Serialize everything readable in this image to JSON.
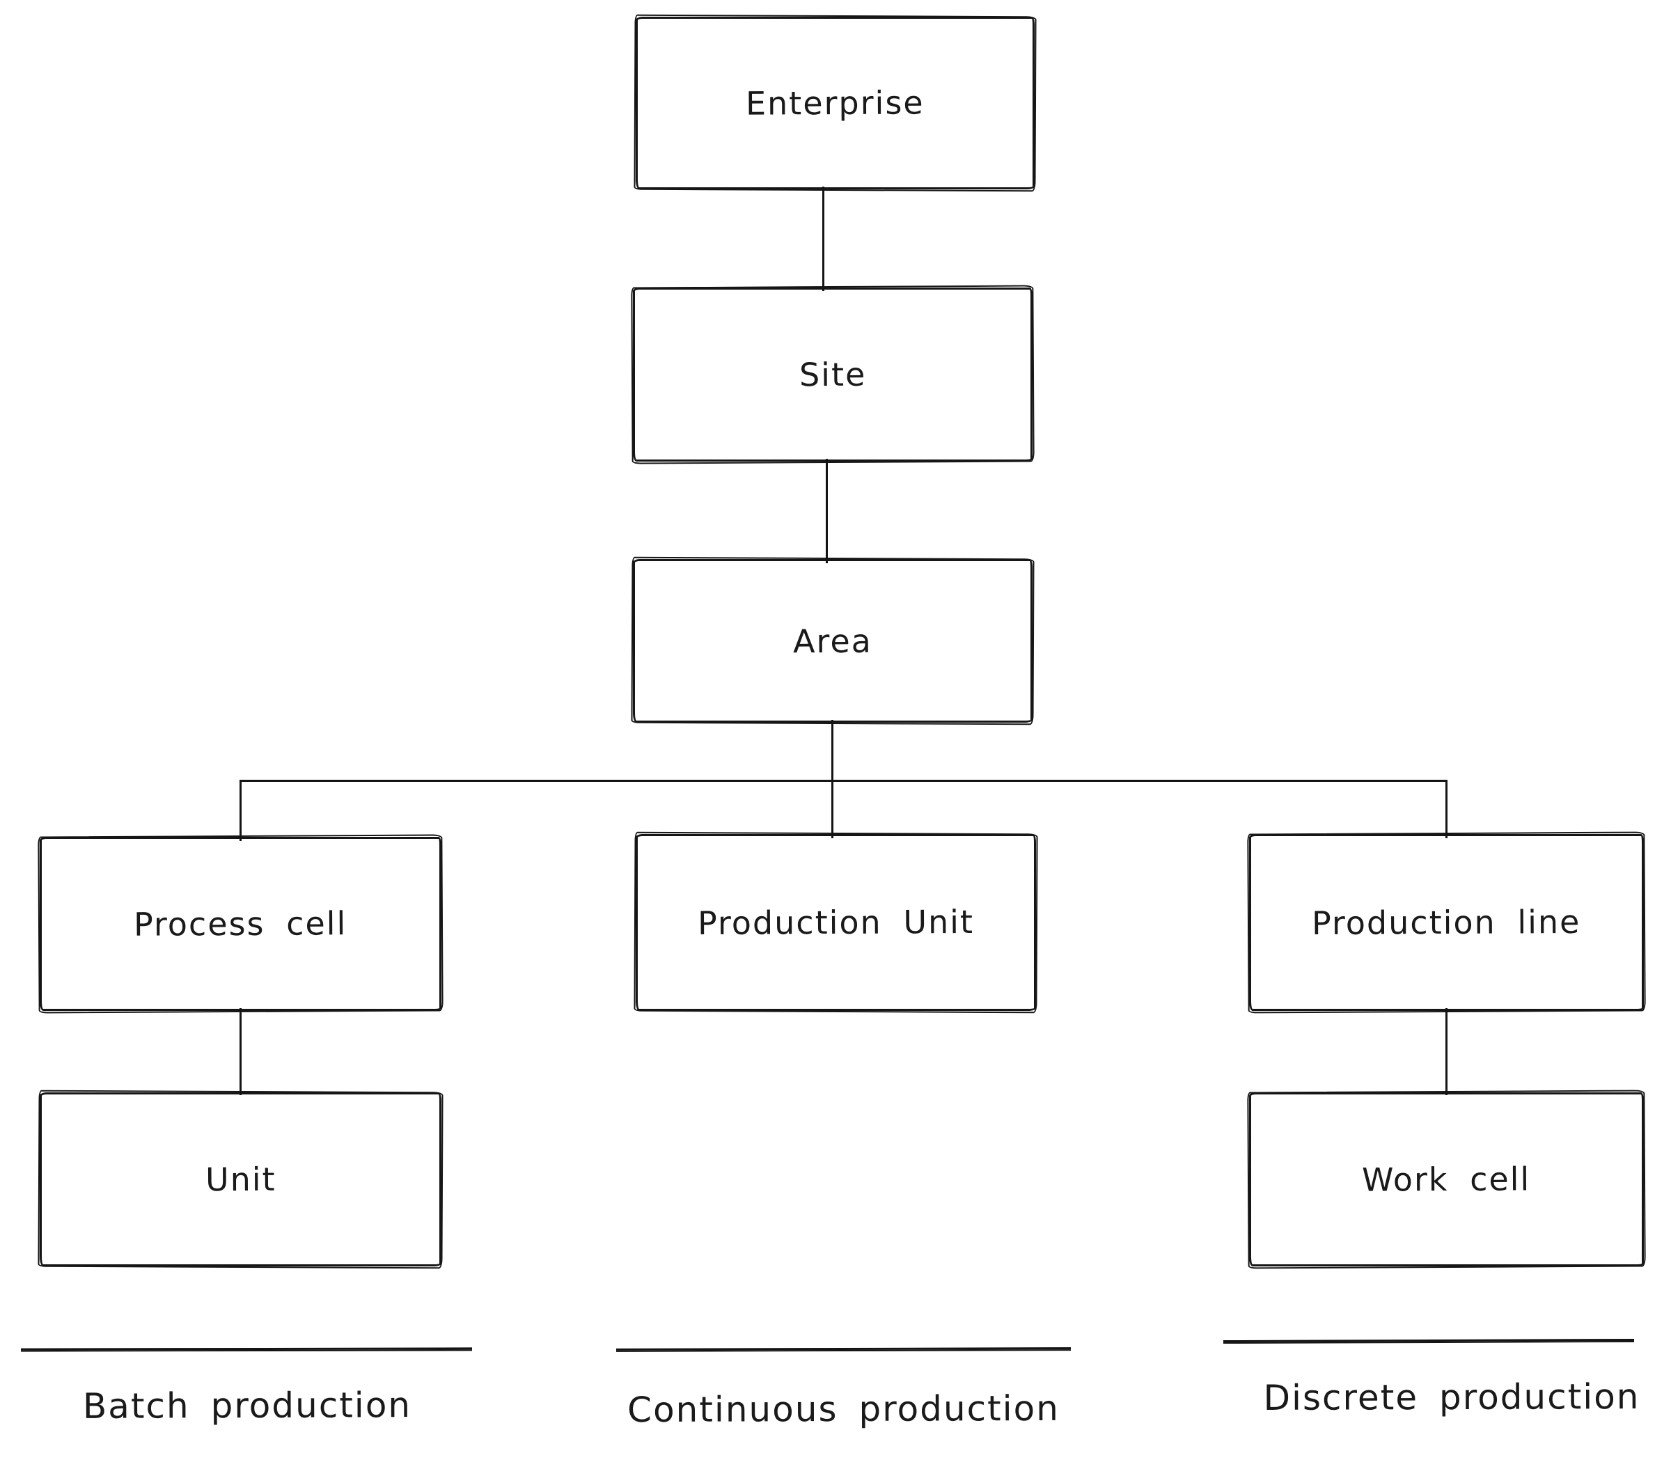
{
  "diagram": {
    "style": "hand-drawn hierarchy chart",
    "colors": {
      "stroke": "#161616",
      "background": "#ffffff"
    },
    "nodes": {
      "enterprise": {
        "label": "Enterprise"
      },
      "site": {
        "label": "Site"
      },
      "area": {
        "label": "Area"
      },
      "process_cell": {
        "label": "Process cell"
      },
      "production_unit": {
        "label": "Production Unit"
      },
      "production_line": {
        "label": "Production line"
      },
      "unit": {
        "label": "Unit"
      },
      "work_cell": {
        "label": "Work cell"
      }
    },
    "edges": [
      {
        "from": "Enterprise",
        "to": "Site"
      },
      {
        "from": "Site",
        "to": "Area"
      },
      {
        "from": "Area",
        "to": "Process cell"
      },
      {
        "from": "Area",
        "to": "Production Unit"
      },
      {
        "from": "Area",
        "to": "Production line"
      },
      {
        "from": "Process cell",
        "to": "Unit"
      },
      {
        "from": "Production line",
        "to": "Work cell"
      }
    ],
    "categories": {
      "batch": {
        "label": "Batch production"
      },
      "continuous": {
        "label": "Continuous production"
      },
      "discrete": {
        "label": "Discrete production"
      }
    }
  }
}
